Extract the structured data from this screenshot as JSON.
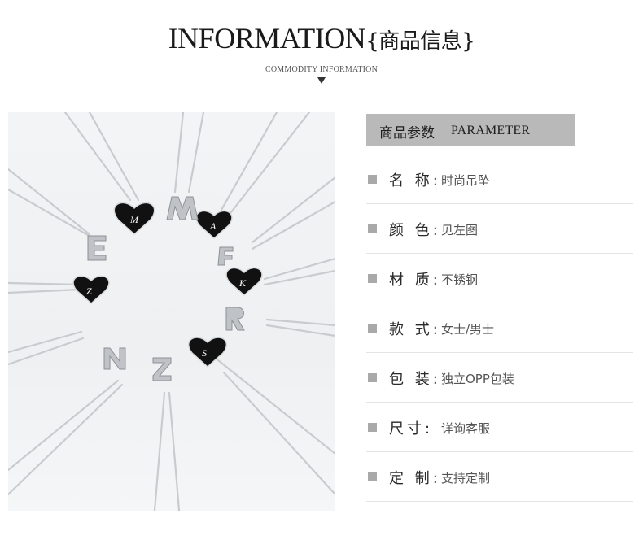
{
  "header": {
    "title_en": "INFORMATION",
    "title_cn": "{商品信息}",
    "subtitle": "COMMODITY INFORMATION"
  },
  "parameter_header": {
    "cn": "商品参数",
    "en": "PARAMETER"
  },
  "params": [
    {
      "label": "名 称:",
      "value": "时尚吊坠"
    },
    {
      "label": "颜 色:",
      "value": "见左图"
    },
    {
      "label": "材 质:",
      "value": "不锈钢"
    },
    {
      "label": "款 式:",
      "value": "女士/男士"
    },
    {
      "label": "包 装:",
      "value": "独立OPP包装"
    },
    {
      "label": "尺寸:",
      "value": "详询客服"
    },
    {
      "label": "定 制:",
      "value": "支持定制"
    }
  ],
  "colors": {
    "bullet": "#a9a9a9",
    "header_bg": "#b9b9b9",
    "divider": "#e4e4e4"
  }
}
